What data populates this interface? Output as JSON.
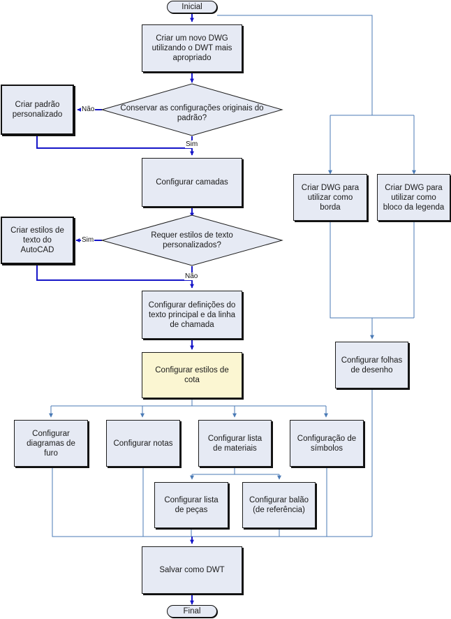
{
  "nodes": {
    "inicial": "Inicial",
    "criar_dwg": "Criar um novo DWG utilizando o DWT mais apropriado",
    "criar_padrao": "Criar padrão personalizado",
    "conservar": "Conservar as configurações originais do padrão?",
    "config_camadas": "Configurar camadas",
    "criar_estilos": "Criar estilos de texto do AutoCAD",
    "requer_estilos": "Requer estilos de texto personalizados?",
    "config_texto": "Configurar definições do texto principal e da linha de chamada",
    "config_cota": "Configurar estilos de cota",
    "config_furo": "Configurar diagramas de furo",
    "config_notas": "Configurar notas",
    "config_lista_mat": "Configurar lista de materiais",
    "config_simbolos": "Configuração de símbolos",
    "config_lista_pecas": "Configurar lista de peças",
    "config_balao": "Configurar balão (de referência)",
    "salvar_dwt": "Salvar como DWT",
    "final": "Final",
    "dwg_borda": "Criar DWG para utilizar como borda",
    "dwg_legenda": "Criar DWG para utilizar como bloco da legenda",
    "config_folhas": "Configurar folhas de desenho"
  },
  "labels": {
    "nao_1": "Não",
    "sim_1": "Sim",
    "sim_2": "Sim",
    "nao_2": "Não"
  },
  "colors": {
    "box_fill": "#e6eaf4",
    "highlight_fill": "#fbf6d2",
    "connector_thin": "#4a7ab5",
    "connector_main": "#1515c8"
  }
}
